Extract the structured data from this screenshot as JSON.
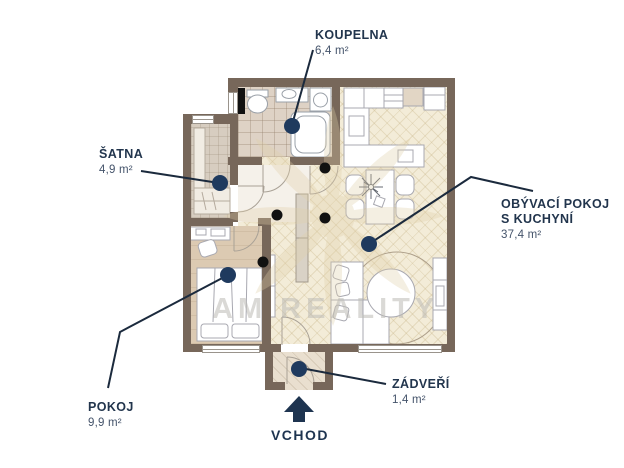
{
  "plan": {
    "type": "apartment-floor-plan",
    "rooms": [
      {
        "id": "koupelna",
        "name": "KOUPELNA",
        "area": "6,4 m²"
      },
      {
        "id": "satna",
        "name": "ŠATNA",
        "area": "4,9 m²"
      },
      {
        "id": "obyvaci",
        "name": "OBÝVACÍ POKOJ",
        "name2": "S KUCHYNÍ",
        "area": "37,4 m²"
      },
      {
        "id": "pokoj",
        "name": "POKOJ",
        "area": "9,9 m²"
      },
      {
        "id": "zadveri",
        "name": "ZÁDVEŘÍ",
        "area": "1,4 m²"
      }
    ],
    "entrance": {
      "label": "VCHOD"
    },
    "watermark": {
      "text": "AM REALITY"
    },
    "colors": {
      "wall": "#77675a",
      "label_text": "#22354d",
      "leader_line": "#1b2a3d",
      "marker_dot": "#1f3a5e",
      "entrance_arrow": "#1e3450",
      "living_floor": "#f3ecd8",
      "bath_floor": "#ded2c5",
      "bedroom_floor": "#dccab2"
    }
  }
}
